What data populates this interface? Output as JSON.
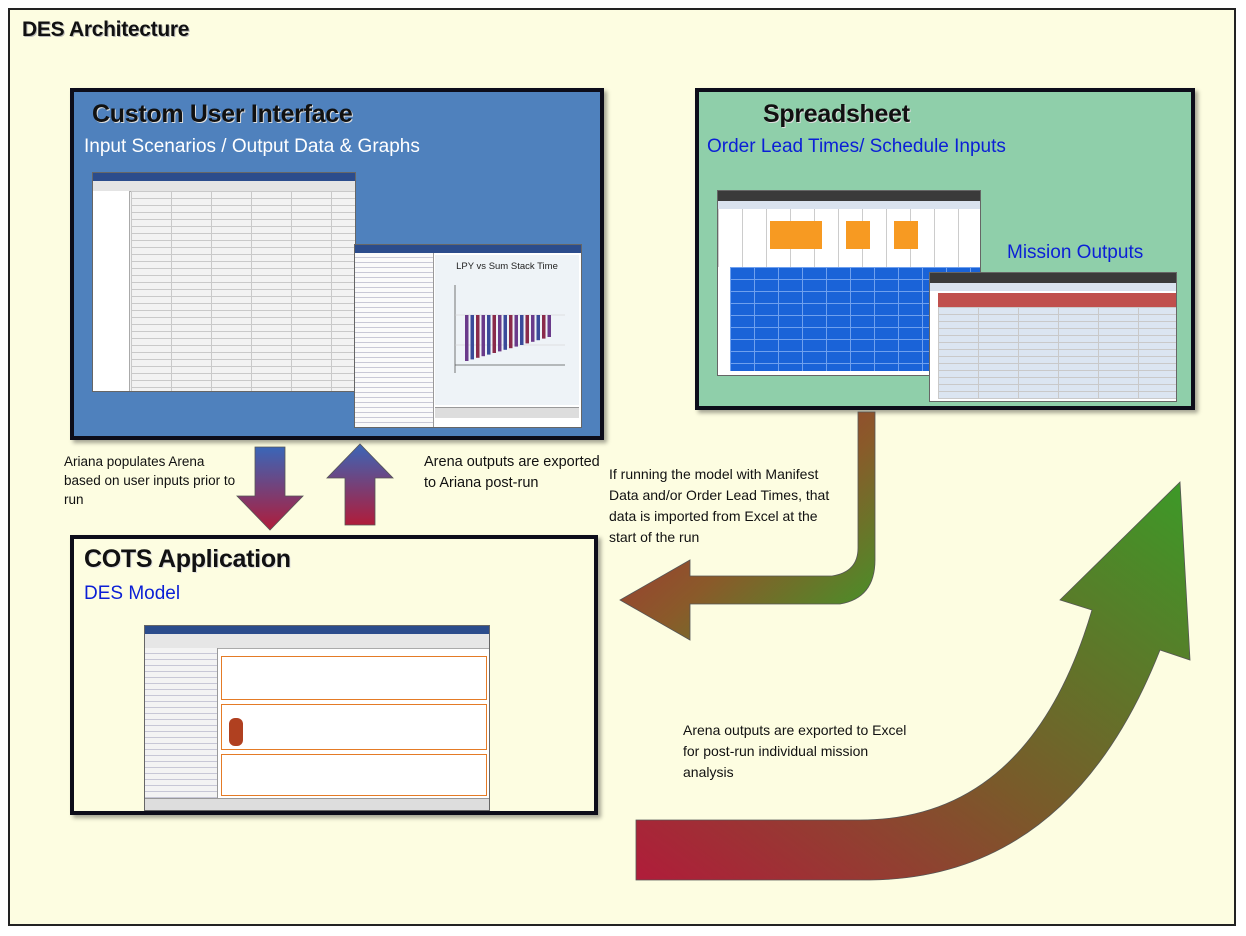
{
  "title": "DES Architecture",
  "custom_ui": {
    "title": "Custom User Interface",
    "subtitle": "Input Scenarios / Output Data & Graphs",
    "chart_window_title": "LPY vs Sum Stack Time"
  },
  "spreadsheet": {
    "title": "Spreadsheet",
    "subtitle": "Order Lead Times/ Schedule Inputs",
    "mission_outputs": "Mission Outputs"
  },
  "cots": {
    "title": "COTS Application",
    "subtitle": "DES Model"
  },
  "notes": {
    "ariana_populates": "Ariana populates Arena based on user inputs prior to run",
    "arena_to_ariana": "Arena outputs are exported to Ariana post-run",
    "manifest": "If running the model with Manifest Data and/or Order Lead Times, that data is imported from Excel at the start of the run",
    "arena_to_excel": "Arena outputs are exported to Excel for post-run individual mission analysis"
  },
  "colors": {
    "background": "#fdfde1",
    "custom_ui_panel": "#4f81bd",
    "spreadsheet_panel": "#8fcfaa",
    "subtitle_blue": "#0b1fd6",
    "arrow_blue": "#3a66b8",
    "arrow_red": "#b01c3a",
    "arrow_green": "#3c9a28"
  }
}
